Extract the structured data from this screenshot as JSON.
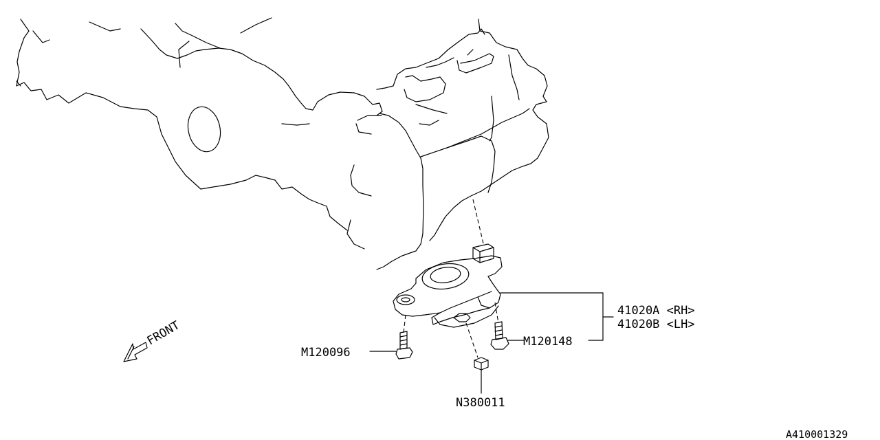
{
  "diagram": {
    "front_label": "FRONT",
    "parts": {
      "mount_rh": "41020A <RH>",
      "mount_lh": "41020B <LH>",
      "bolt_left": "M120096",
      "bolt_right": "M120148",
      "nut": "N380011"
    },
    "reference_number": "A410001329"
  }
}
